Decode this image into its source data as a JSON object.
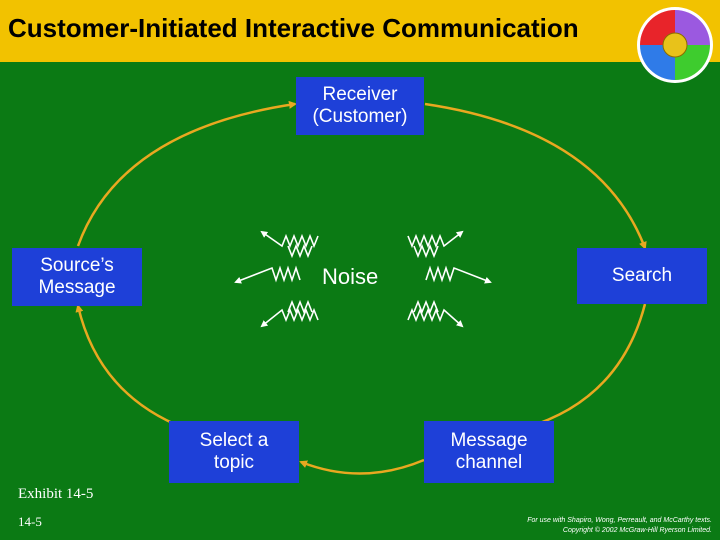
{
  "header": {
    "title": "Customer-Initiated Interactive Communication"
  },
  "logo": {
    "icon": "color-wheel-logo",
    "colors": [
      "#E8242A",
      "#9B59E0",
      "#2F7BE8",
      "#3ECC2E",
      "#E8C21A"
    ]
  },
  "diagram": {
    "receiver": {
      "line1": "Receiver",
      "line2": "(Customer)"
    },
    "source": {
      "line1": "Source’s",
      "line2": "Message"
    },
    "search": {
      "label": "Search"
    },
    "select": {
      "line1": "Select a",
      "line2": "topic"
    },
    "channel": {
      "line1": "Message",
      "line2": "channel"
    },
    "noise": {
      "label": "Noise"
    }
  },
  "footer": {
    "exhibit": "Exhibit 14-5",
    "page": "14-5",
    "credit_line1": "For use with Shapiro, Wong, Perreault, and McCarthy texts.",
    "credit_line2": "Copyright © 2002 McGraw-Hill Ryerson Limited."
  },
  "colors": {
    "background": "#0B7A14",
    "title_bar": "#F2C200",
    "box": "#1E40D8",
    "ring": "#E8A820",
    "noise": "#FFFFFF"
  }
}
